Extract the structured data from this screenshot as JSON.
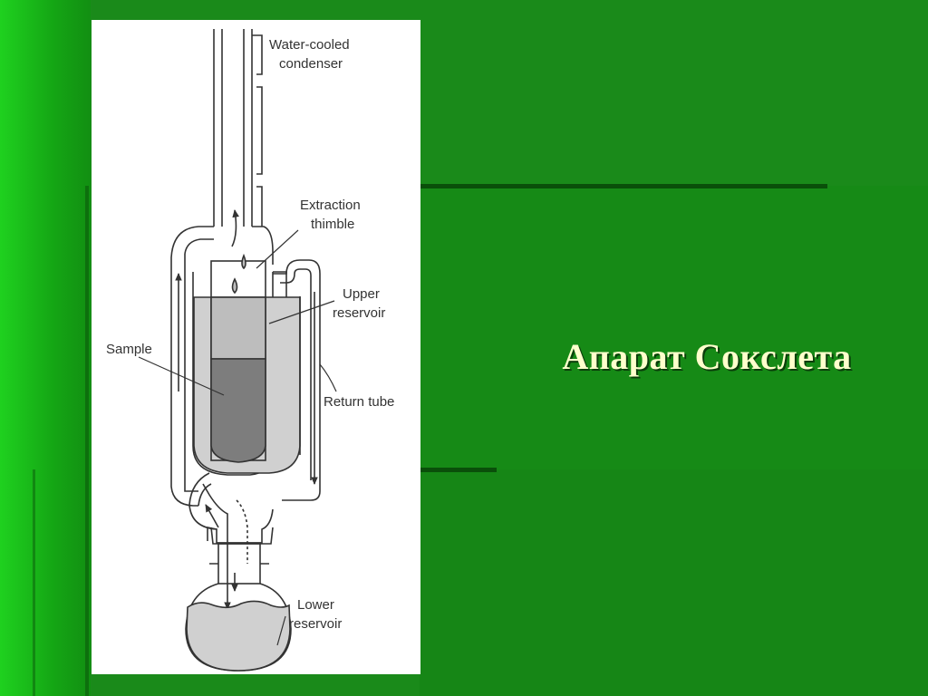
{
  "slide": {
    "title": "Апарат Сокслета"
  },
  "diagram": {
    "labels": {
      "condenser_line1": "Water-cooled",
      "condenser_line2": "condenser",
      "thimble_line1": "Extraction",
      "thimble_line2": "thimble",
      "upper_line1": "Upper",
      "upper_line2": "reservoir",
      "sample": "Sample",
      "return_tube": "Return tube",
      "lower_line1": "Lower",
      "lower_line2": "reservoir"
    },
    "colors": {
      "liquid_light": "#d0d0d0",
      "liquid_mid": "#bdbdbd",
      "sample_dark": "#7d7d7d",
      "line": "#333333"
    }
  },
  "background": {
    "dark_green": "#0e7a0e",
    "mid_green": "#1f8a1f",
    "light_green": "#16b816",
    "band": "#0a4f0a"
  }
}
